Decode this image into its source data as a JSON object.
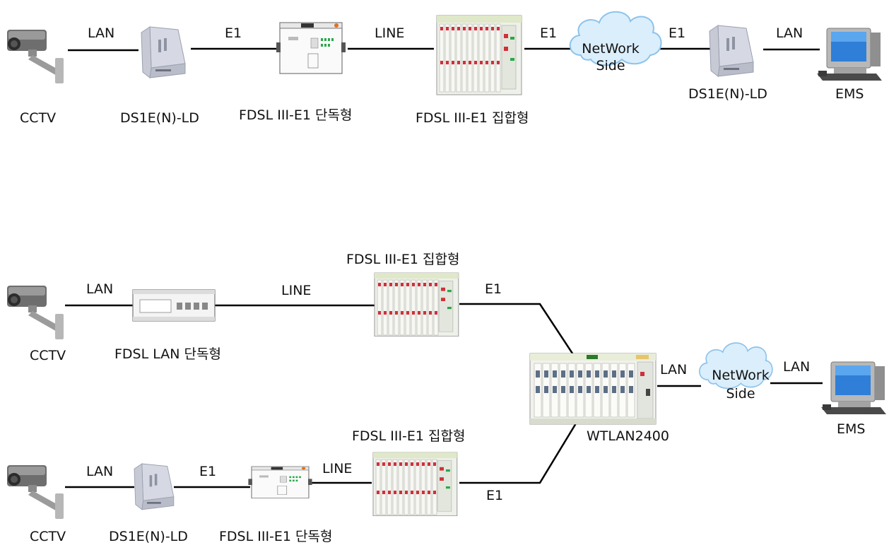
{
  "colors": {
    "line": "#000000",
    "cloud": "#dbeefb",
    "cloud_edge": "#8cc3ec",
    "screen": "#2f7fd8",
    "rack": "#e9ece4"
  },
  "top": {
    "labels": {
      "cctv": "CCTV",
      "ds1e_a": "DS1E(N)-LD",
      "fdsl_standalone": "FDSL III-E1 단독형",
      "fdsl_rack": "FDSL III-E1 집합형",
      "ds1e_b": "DS1E(N)-LD",
      "ems": "EMS"
    },
    "links": {
      "lan1": "LAN",
      "e1_1": "E1",
      "line": "LINE",
      "e1_2": "E1",
      "e1_3": "E1",
      "lan2": "LAN"
    },
    "cloud": {
      "line1": "NetWork",
      "line2": "Side"
    }
  },
  "bottom": {
    "labels": {
      "cctv_a": "CCTV",
      "fdsl_lan": "FDSL LAN 단독형",
      "fdsl_rack_a": "FDSL III-E1 집합형",
      "wtlan": "WTLAN2400",
      "ems": "EMS",
      "fdsl_rack_b": "FDSL III-E1 집합형",
      "cctv_b": "CCTV",
      "ds1e": "DS1E(N)-LD",
      "fdsl_standalone": "FDSL III-E1 단독형"
    },
    "links": {
      "lan_a": "LAN",
      "line_a": "LINE",
      "e1_a": "E1",
      "lan_w": "LAN",
      "lan_ems": "LAN",
      "lan_b": "LAN",
      "e1_b1": "E1",
      "line_b": "LINE",
      "e1_b2": "E1"
    },
    "cloud": {
      "line1": "NetWork",
      "line2": "Side"
    }
  }
}
